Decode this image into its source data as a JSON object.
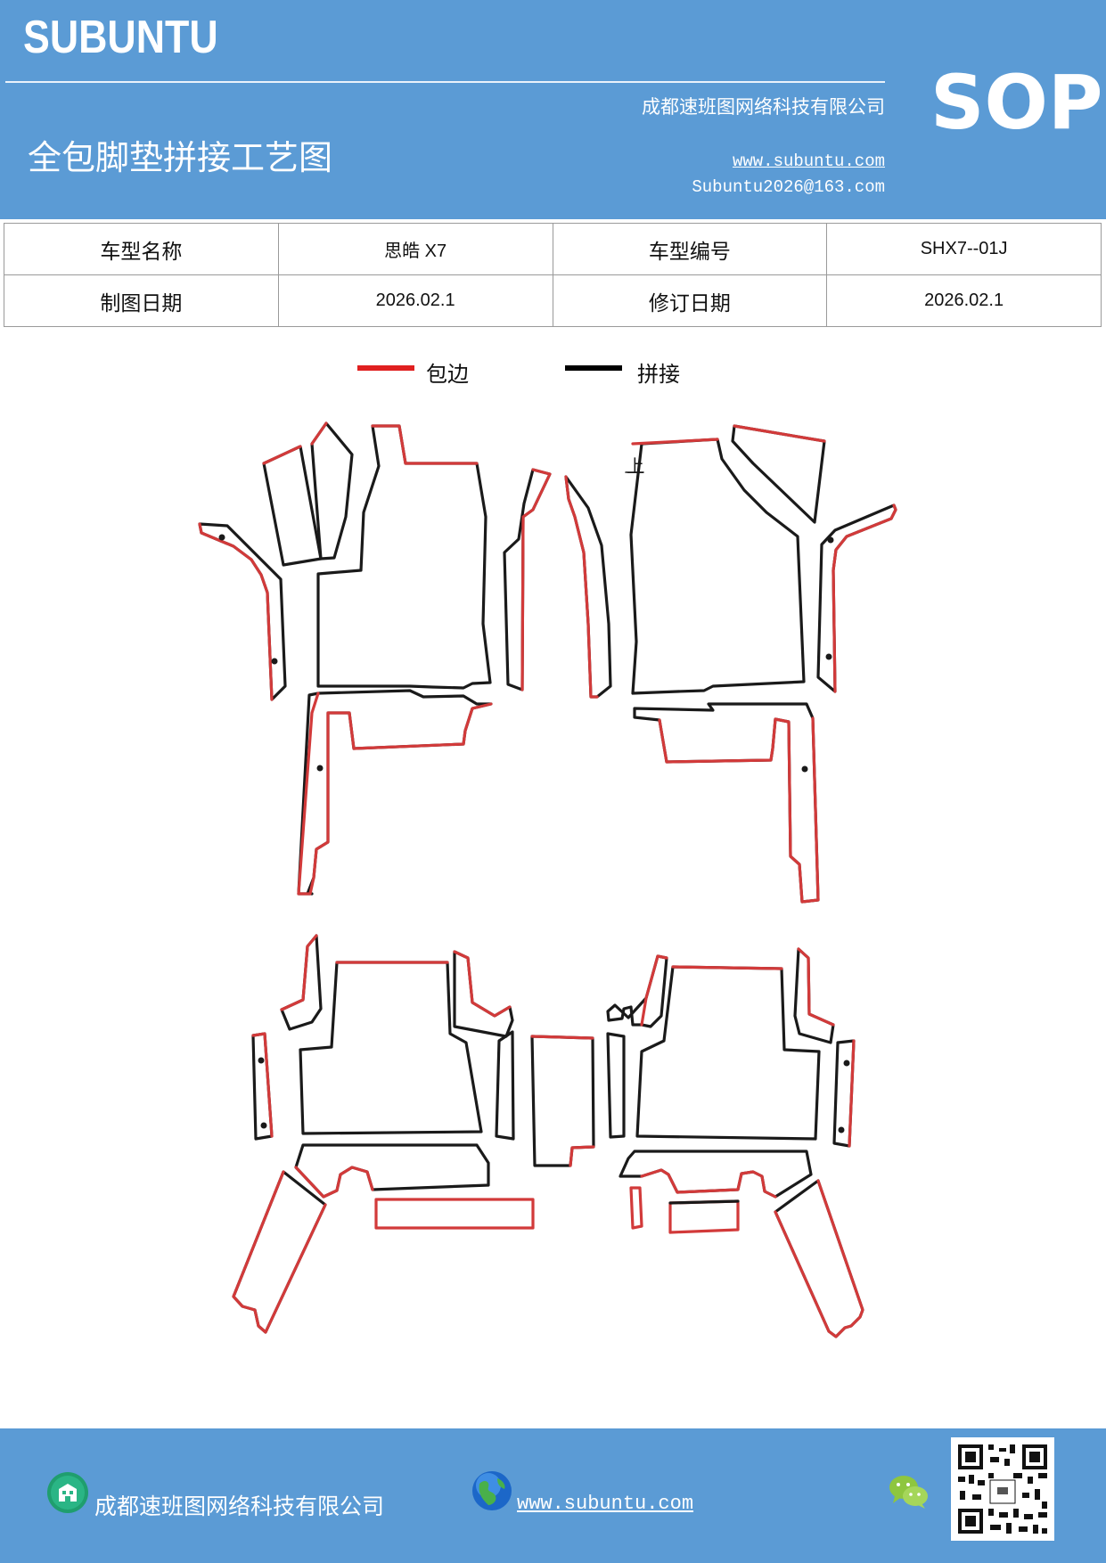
{
  "header": {
    "brand": "SUBUNTU",
    "company": "成都速班图网络科技有限公司",
    "title": "全包脚垫拼接工艺图",
    "website": "www.subuntu.com",
    "email": "Subuntu2026@163.com",
    "badge": "SOP"
  },
  "info_table": {
    "rows": [
      [
        "车型名称",
        "思皓 X7",
        "车型编号",
        "SHX7--01J"
      ],
      [
        "制图日期",
        "2026.02.1",
        "修订日期",
        "2026.02.1"
      ]
    ]
  },
  "legend": {
    "items": [
      {
        "label": "包边",
        "color": "#e02020"
      },
      {
        "label": "拼接",
        "color": "#000000"
      }
    ]
  },
  "diagram": {
    "mark": "上",
    "edge_color": "#d23a3a",
    "seam_color": "#1a1a1a"
  },
  "footer": {
    "company": "成都速班图网络科技有限公司",
    "website": "www.subuntu.com "
  },
  "colors": {
    "header_bg": "#5b9bd5"
  },
  "icons": [
    "building-icon",
    "globe-icon",
    "wechat-icon",
    "qr-code-image"
  ]
}
